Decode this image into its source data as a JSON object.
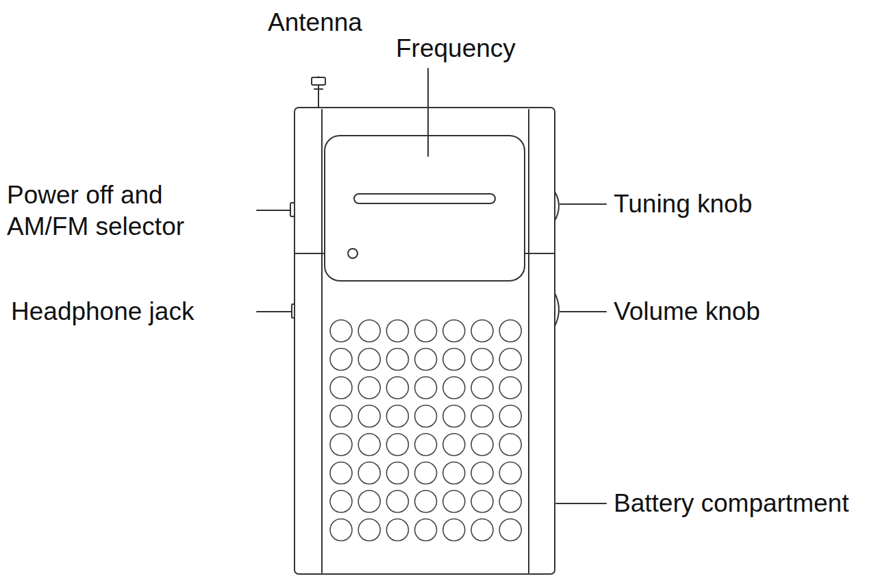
{
  "diagram": {
    "labels": [
      "Antenna",
      "Frequency",
      "Power off and AM/FM selector",
      "Tuning knob",
      "Headphone jack",
      "Volume knob",
      "Battery compartment"
    ]
  }
}
